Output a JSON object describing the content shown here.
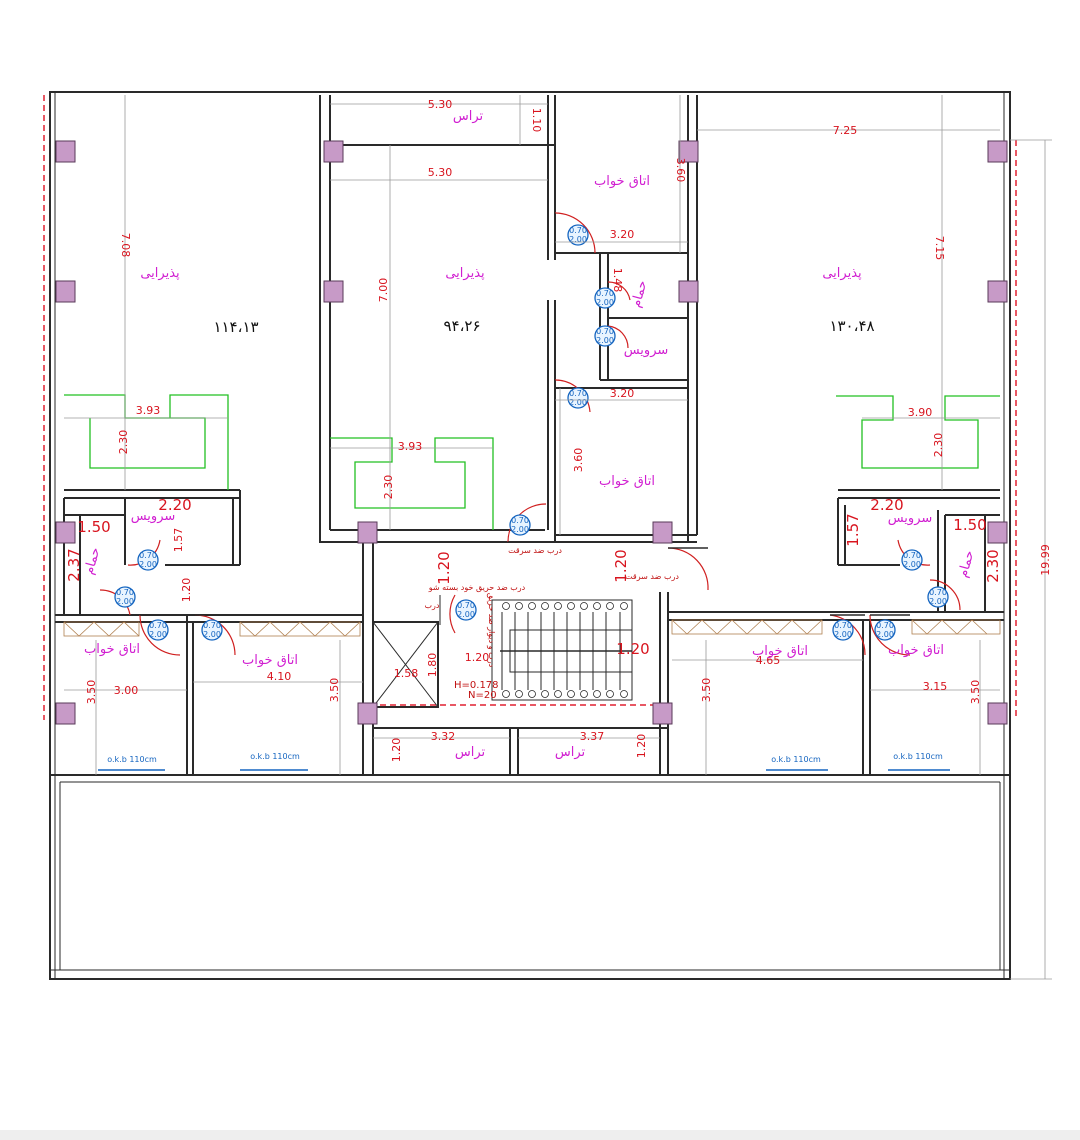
{
  "rooms": {
    "terrace": "تراس",
    "bedroom": "اتاق خواب",
    "reception": "پذیرایی",
    "service": "سرویس",
    "bath": "حمام"
  },
  "areas": {
    "left": "۱۱۴،۱۳",
    "middle": "۹۴،۲۶",
    "right": "۱۳۰،۴۸"
  },
  "dims": {
    "terrace_w": "5.30",
    "terrace_h": "1.10",
    "mid_w": "5.30",
    "mid_h": "7.00",
    "right_w": "7.25",
    "left_h": "7.08",
    "right_h": "7.15",
    "bed_top_h": "3.60",
    "bed_top_w": "3.20",
    "bath_h": "1.48",
    "bed_mid_w": "3.20",
    "bed_mid_h": "3.60",
    "kitchen_l_w": "3.93",
    "kitchen_l_h": "2.30",
    "kitchen_m_w": "3.93",
    "kitchen_m_h": "2.30",
    "kitchen_r_w": "3.90",
    "kitchen_r_h": "2.30",
    "svc_l_w": "2.20",
    "svc_l_h": "1.57",
    "bath_l_w": "1.50",
    "bath_l_h": "2.37",
    "hall_l": "1.20",
    "lobby_h": "1.20",
    "lobby_h2": "1.20",
    "svc_r_w": "2.20",
    "svc_r_h": "1.57",
    "bath_r_w": "1.50",
    "bath_r_h": "2.30",
    "landing_w": "1.20",
    "landing_w2": "1.20",
    "elev_h": "1.80",
    "elev_w": "1.58",
    "bed_l1_h": "3.50",
    "bed_l1_w": "3.00",
    "bed_l2_w": "4.10",
    "bed_l2_h": "3.50",
    "bed_r2_w": "4.65",
    "bed_r2_h": "3.50",
    "bed_r1_w": "3.15",
    "bed_r1_h": "3.50",
    "ter_l_w": "3.32",
    "ter_l_h": "1.20",
    "ter_r_w": "3.37",
    "ter_r_h": "1.20",
    "total_h": "19.99"
  },
  "stairs": {
    "height": "H=0.178",
    "count": "N=20"
  },
  "okb": "o.k.b 110cm",
  "door_labels": {
    "fire_door": "درب ضد سرقت",
    "shaft_door": "درب ضد حریق خود بسته شو",
    "wall_door": "درب و دیوار ضد حریق",
    "small": "درب"
  },
  "fixtures": {
    "wc_a": "0.70",
    "wc_b": "2.00"
  },
  "colors": {
    "wall": "#2a2a2a",
    "column": "#c79ac7",
    "dimension": "#d8141e",
    "room_label": "#d11fd1",
    "counter": "#22c022",
    "window": "#1565c0"
  }
}
